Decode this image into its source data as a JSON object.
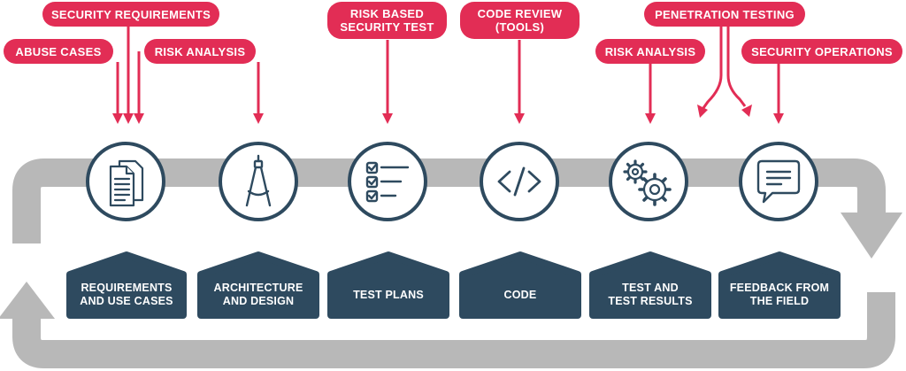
{
  "callouts": {
    "security_requirements": "SECURITY REQUIREMENTS",
    "abuse_cases": "ABUSE CASES",
    "risk_analysis_1": "RISK ANALYSIS",
    "risk_based_line1": "RISK BASED",
    "risk_based_line2": "SECURITY TEST",
    "code_review_line1": "CODE REVIEW",
    "code_review_line2": "(TOOLS)",
    "penetration_testing": "PENETRATION TESTING",
    "risk_analysis_2": "RISK ANALYSIS",
    "security_operations": "SECURITY OPERATIONS"
  },
  "stages": {
    "s1_line1": "REQUIREMENTS",
    "s1_line2": "AND USE CASES",
    "s2_line1": "ARCHITECTURE",
    "s2_line2": "AND DESIGN",
    "s3_line1": "TEST PLANS",
    "s4_line1": "CODE",
    "s5_line1": "TEST AND",
    "s5_line2": "TEST RESULTS",
    "s6_line1": "FEEDBACK FROM",
    "s6_line2": "THE FIELD"
  },
  "icons": [
    "documents-icon",
    "compass-icon",
    "checklist-icon",
    "code-brackets-icon",
    "gears-icon",
    "chat-bubble-icon"
  ],
  "colors": {
    "accent": "#e22d55",
    "dark": "#2e4a5f",
    "loop": "#b8b8b8"
  }
}
